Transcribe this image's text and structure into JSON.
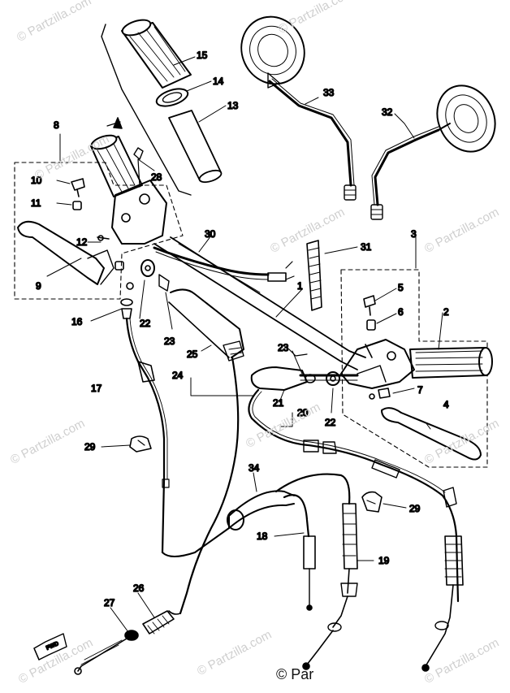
{
  "watermarks": [
    "© Partzilla.com",
    "© Partzilla.com",
    "© Partzilla.com",
    "© Partzilla.com",
    "© Partzilla.com",
    "© Partzilla.com",
    "© Partzilla.com",
    "© Partzilla.com",
    "© Partzilla.com",
    "© Partzilla.com",
    "© Partzilla.com"
  ],
  "corner_watermark": "© Par",
  "fwd_label": "FWD",
  "callouts": {
    "c1": "1",
    "c2": "2",
    "c3": "3",
    "c4": "4",
    "c5": "5",
    "c6": "6",
    "c7": "7",
    "c8": "8",
    "c9": "9",
    "c10": "10",
    "c11": "11",
    "c12": "12",
    "c13": "13",
    "c14": "14",
    "c15": "15",
    "c16": "16",
    "c17": "17",
    "c18": "18",
    "c19": "19",
    "c20": "20",
    "c21": "21",
    "c22a": "22",
    "c22b": "22",
    "c23a": "23",
    "c23b": "23",
    "c24": "24",
    "c25": "25",
    "c26": "26",
    "c27": "27",
    "c28": "28",
    "c29a": "29",
    "c29b": "29",
    "c30": "30",
    "c31": "31",
    "c32": "32",
    "c33": "33",
    "c34": "34"
  },
  "colors": {
    "ink": "#000000",
    "watermark": "#cfcfcf"
  }
}
